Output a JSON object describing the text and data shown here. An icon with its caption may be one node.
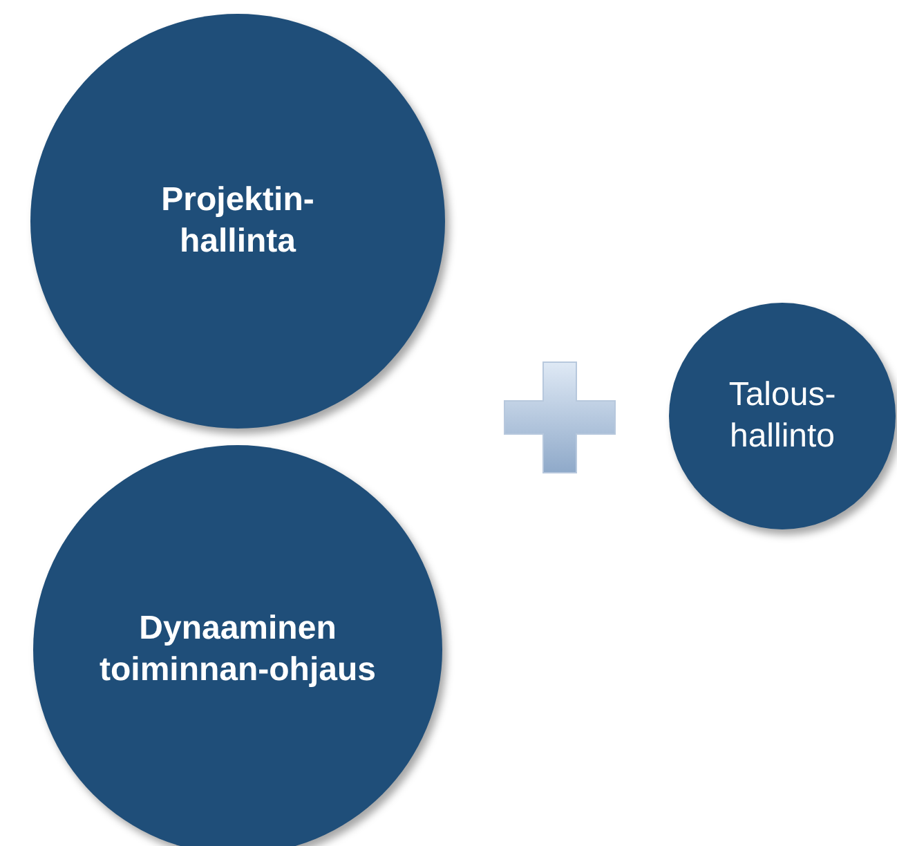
{
  "diagram": {
    "nodes": [
      {
        "text": [
          "Projektin-hallinta"
        ]
      },
      {
        "text": [
          "Dynaaminen toiminnan-ohjaus"
        ]
      },
      {
        "text": [
          "Talous-hallinto"
        ]
      }
    ]
  }
}
